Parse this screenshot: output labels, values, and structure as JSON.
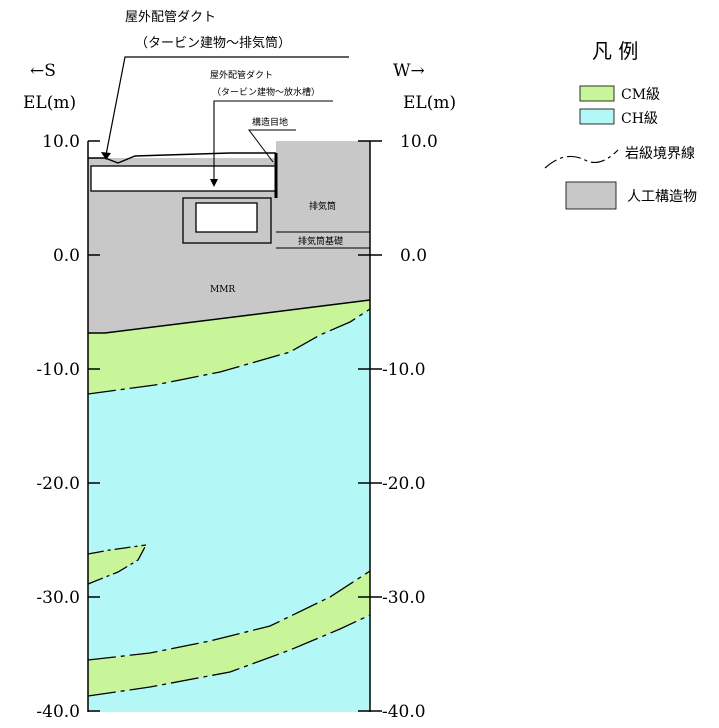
{
  "left_axis": {
    "direction": "←S",
    "unit": "EL(m)",
    "ticks": [
      "10.0",
      "0.0",
      "-10.0",
      "-20.0",
      "-30.0",
      "-40.0"
    ]
  },
  "right_axis": {
    "direction": "W→",
    "unit": "EL(m)",
    "ticks": [
      "10.0",
      "0.0",
      "-10.0",
      "-20.0",
      "-30.0",
      "-40.0"
    ]
  },
  "annotations": {
    "duct_large_line1": "屋外配管ダクト",
    "duct_large_line2": "（タービン建物～排気筒）",
    "duct_small_line1": "屋外配管ダクト",
    "duct_small_line2": "（タービン建物～放水槽）",
    "structural_joint": "構造目地",
    "stack": "排気筒",
    "stack_foundation": "排気筒基礎",
    "mmr": "MMR"
  },
  "legend": {
    "title": "凡 例",
    "items": [
      {
        "label": "CM級",
        "color": "#c8f59a"
      },
      {
        "label": "CH級",
        "color": "#b3f7f7"
      },
      {
        "label": "岩級境界線",
        "color": "#000000"
      },
      {
        "label": "人工構造物",
        "color": "#c8c8c8"
      }
    ]
  },
  "colors": {
    "cm_green": "#c8f59a",
    "ch_cyan": "#b3f7f7",
    "artificial_gray": "#c8c8c8"
  }
}
